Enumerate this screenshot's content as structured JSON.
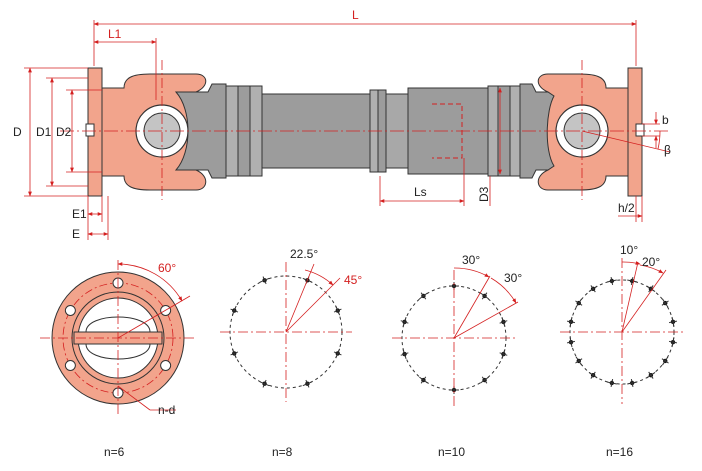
{
  "colors": {
    "dimension": "#d42020",
    "yoke": "#f2a48c",
    "tube": "#9c9c9c",
    "tube_light": "#c4c4c4",
    "outline": "#333333"
  },
  "shaft": {
    "labels": {
      "L": "L",
      "L1": "L1",
      "D": "D",
      "D1": "D1",
      "D2": "D2",
      "D3": "D3",
      "Ls": "Ls",
      "E1": "E1",
      "E": "E",
      "b": "b",
      "beta": "β",
      "h2": "h/2"
    }
  },
  "bolt_patterns": [
    {
      "caption": "n=6",
      "angles": [
        "60°"
      ],
      "hole_label": "n-d"
    },
    {
      "caption": "n=8",
      "angles": [
        "22.5°",
        "45°"
      ]
    },
    {
      "caption": "n=10",
      "angles": [
        "30°",
        "30°"
      ]
    },
    {
      "caption": "n=16",
      "angles": [
        "10°",
        "20°"
      ]
    }
  ]
}
